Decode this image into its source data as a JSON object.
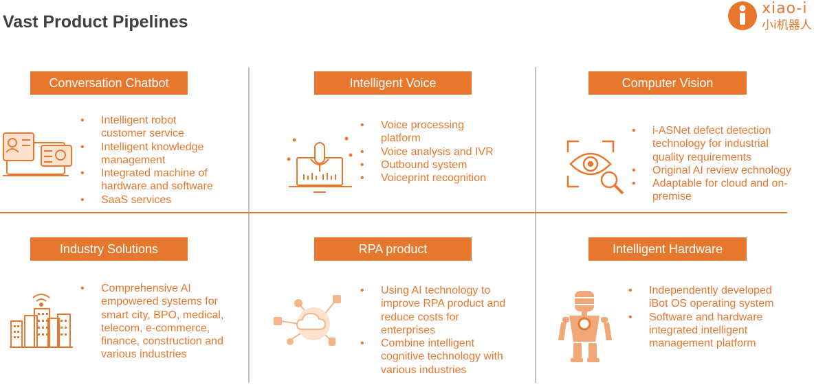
{
  "page": {
    "title": "Vast Product Pipelines"
  },
  "logo": {
    "latin": "xiao-i",
    "chinese": "小i机器人"
  },
  "colors": {
    "accent": "#e8772e",
    "divider": "#c0c0c0",
    "title": "#404040"
  },
  "sections": [
    {
      "label": "Conversation Chatbot",
      "icon": "chatbot-icon",
      "bullets": [
        "Intelligent robot customer service",
        "Intelligent knowledge management",
        "Integrated machine of hardware and software",
        "SaaS services"
      ]
    },
    {
      "label": "Intelligent Voice",
      "icon": "microphone-laptop-icon",
      "bullets": [
        "Voice processing platform",
        "Voice analysis and IVR",
        "Outbound system",
        "Voiceprint recognition"
      ]
    },
    {
      "label": "Computer Vision",
      "icon": "eye-scan-icon",
      "bullets": [
        "i-ASNet defect detection technology for industrial quality requirements",
        "Original AI review echnology",
        "Adaptable for cloud and on-premise"
      ]
    },
    {
      "label": "Industry Solutions",
      "icon": "smart-city-icon",
      "bullets": [
        "Comprehensive AI empowered systems for smart city, BPO, medical, telecom, e-commerce, finance, construction and various industries"
      ]
    },
    {
      "label": "RPA product",
      "icon": "cloud-network-icon",
      "bullets": [
        "Using AI technology to improve RPA product and reduce costs for enterprises",
        "Combine intelligent cognitive technology with various industries"
      ]
    },
    {
      "label": "Intelligent Hardware",
      "icon": "robot-icon",
      "bullets": [
        "Independently developed iBot OS operating system",
        "Software and hardware integrated intelligent management platform"
      ]
    }
  ]
}
